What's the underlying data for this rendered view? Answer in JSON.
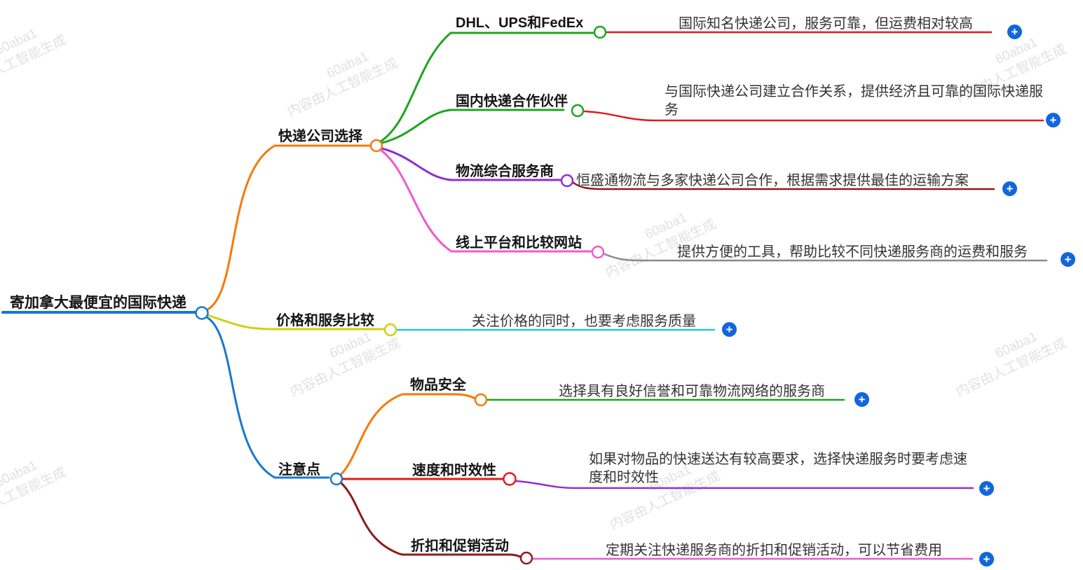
{
  "watermark": {
    "line1": "60aba1",
    "line2": "内容由人工智能生成"
  },
  "mindmap": {
    "add_button_glyph": "+",
    "add_button_color": "#1266d9",
    "root": {
      "label": "寄加拿大最便宜的国际快递",
      "color": "#1878cd"
    },
    "branches": [
      {
        "label": "快递公司选择",
        "color": "#f57a0a",
        "children": [
          {
            "label": "DHL、UPS和FedEx",
            "color": "#1ea51e",
            "desc": "国际知名快递公司，服务可靠，但运费相对较高",
            "desc_color": "#e11b1b"
          },
          {
            "label": "国内快递合作伙伴",
            "color": "#1ea51e",
            "desc": "与国际快递公司建立合作关系，提供经济且可靠的国际快递服务",
            "desc_color": "#e11b1b"
          },
          {
            "label": "物流综合服务商",
            "color": "#8c2fd6",
            "desc": "恒盛通物流与多家快递公司合作，根据需求提供最佳的运输方案",
            "desc_color": "#8c1c1c"
          },
          {
            "label": "线上平台和比较网站",
            "color": "#f05ad0",
            "desc": "提供方便的工具，帮助比较不同快递服务商的运费和服务",
            "desc_color": "#8a8a8a"
          }
        ]
      },
      {
        "label": "价格和服务比较",
        "color": "#d3cf10",
        "desc": "关注价格的同时，也要考虑服务质量",
        "desc_color": "#2cc5d5",
        "children": []
      },
      {
        "label": "注意点",
        "color": "#1878cd",
        "children": [
          {
            "label": "物品安全",
            "color": "#f57a0a",
            "desc": "选择具有良好信誉和可靠物流网络的服务商",
            "desc_color": "#1ea51e"
          },
          {
            "label": "速度和时效性",
            "color": "#e11b1b",
            "desc": "如果对物品的快速送达有较高要求，选择快递服务时要考虑速度和时效性",
            "desc_color": "#8c2fd6"
          },
          {
            "label": "折扣和促销活动",
            "color": "#8c1c1c",
            "desc": "定期关注快递服务商的折扣和促销活动，可以节省费用",
            "desc_color": "#f05ad0"
          }
        ]
      }
    ]
  }
}
